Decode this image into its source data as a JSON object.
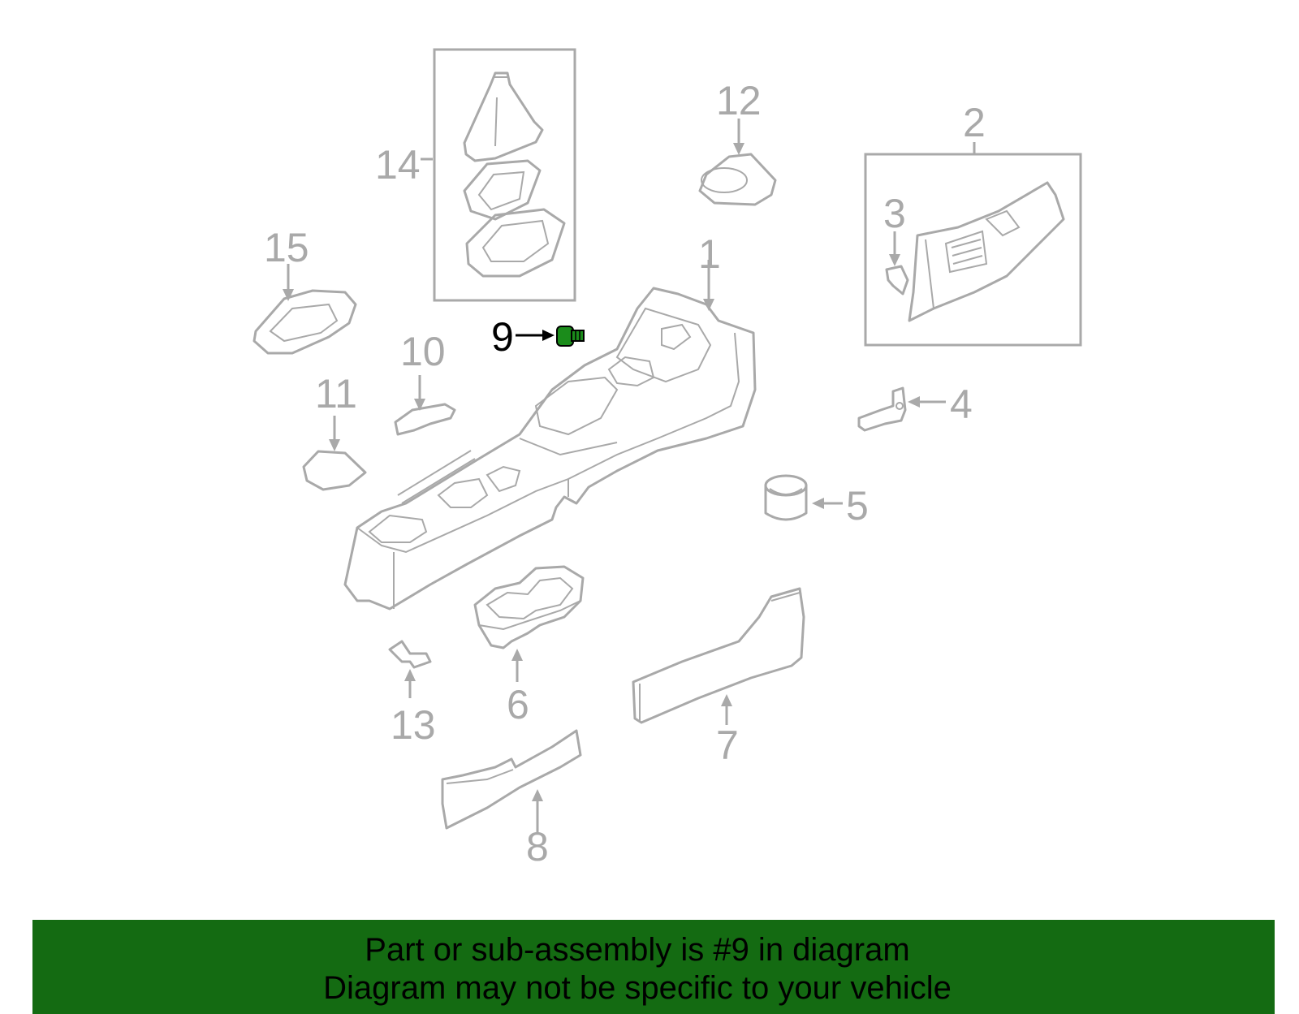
{
  "callouts": {
    "c1": "1",
    "c2": "2",
    "c3": "3",
    "c4": "4",
    "c5": "5",
    "c6": "6",
    "c7": "7",
    "c8": "8",
    "c9": "9",
    "c10": "10",
    "c11": "11",
    "c12": "12",
    "c13": "13",
    "c14": "14",
    "c15": "15"
  },
  "highlight": {
    "part_number": "9",
    "color": "#1b8c1b"
  },
  "colors": {
    "line_art": "#a9a9a9",
    "banner_bg": "#146b12",
    "banner_text": "#000000"
  },
  "banner": {
    "line1": "Part or sub-assembly is #9 in diagram",
    "line2": "Diagram may not be specific to your vehicle"
  }
}
